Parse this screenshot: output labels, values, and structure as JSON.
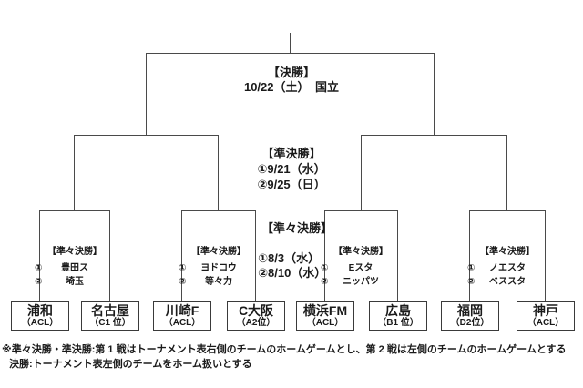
{
  "bracket": {
    "final": {
      "title": "【決勝】",
      "schedule": "10/22（土）　国立"
    },
    "semifinal": {
      "title": "【準決勝】",
      "legs": [
        "①9/21（水）",
        "②9/25（日）"
      ]
    },
    "quarterfinal": {
      "title": "【準々決勝】",
      "legs": [
        "①8/3（水）",
        "②8/10（水）"
      ]
    },
    "quarterfinal_venues": [
      {
        "title": "【準々決勝】",
        "legs": [
          {
            "no": "①",
            "venue": "豊田ス"
          },
          {
            "no": "②",
            "venue": "埼玉"
          }
        ]
      },
      {
        "title": "【準々決勝】",
        "legs": [
          {
            "no": "①",
            "venue": "ヨドコウ"
          },
          {
            "no": "②",
            "venue": "等々力"
          }
        ]
      },
      {
        "title": "【準々決勝】",
        "legs": [
          {
            "no": "①",
            "venue": "Eスタ"
          },
          {
            "no": "②",
            "venue": "ニッパツ"
          }
        ]
      },
      {
        "title": "【準々決勝】",
        "legs": [
          {
            "no": "①",
            "venue": "ノエスタ"
          },
          {
            "no": "②",
            "venue": "ベススタ"
          }
        ]
      }
    ],
    "teams": [
      {
        "name": "浦和",
        "qualifier": "（ACL）"
      },
      {
        "name": "名古屋",
        "qualifier": "（C1 位）"
      },
      {
        "name": "川崎F",
        "qualifier": "（ACL）"
      },
      {
        "name": "C大阪",
        "qualifier": "（A2位）"
      },
      {
        "name": "横浜FM",
        "qualifier": "（ACL）"
      },
      {
        "name": "広島",
        "qualifier": "（B1 位）"
      },
      {
        "name": "福岡",
        "qualifier": "（D2位）"
      },
      {
        "name": "神戸",
        "qualifier": "（ACL）"
      }
    ]
  },
  "notes": [
    "※準々決勝・準決勝:第 1 戦はトーナメント表右側のチームのホームゲームとし、第 2 戦は左側のチームのホームゲームとする",
    "決勝:トーナメント表左側のチームをホーム扱いとする"
  ],
  "colors": {
    "line": "#4a4a4a",
    "text": "#1a1a1a",
    "background": "#ffffff"
  }
}
